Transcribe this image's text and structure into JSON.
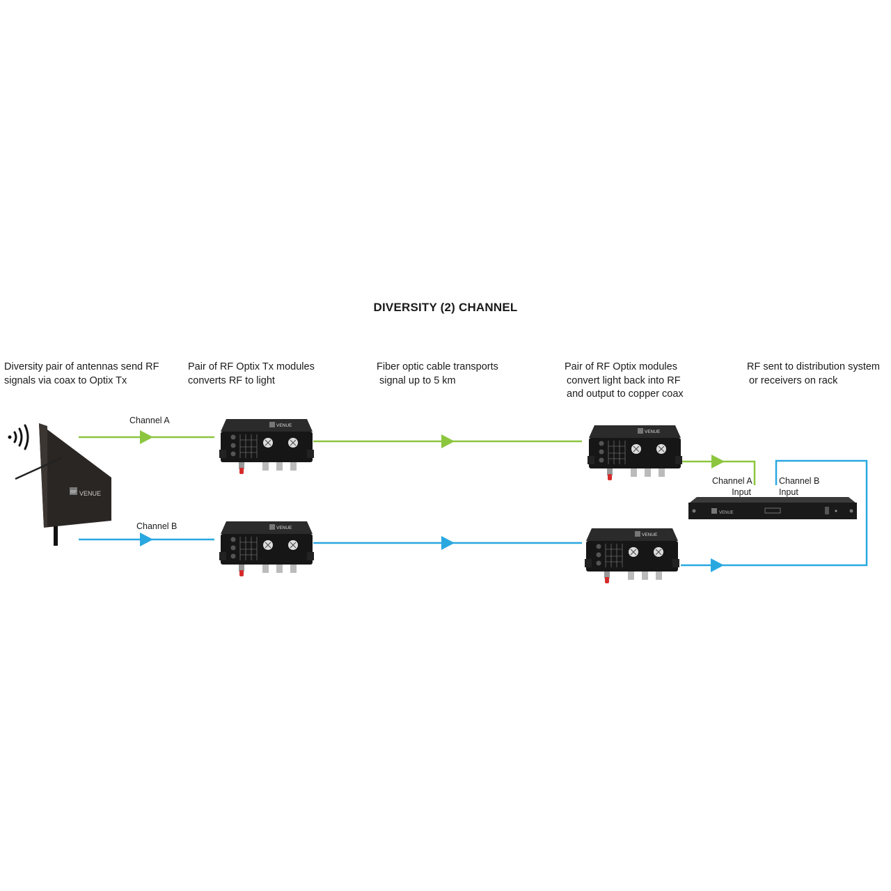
{
  "title": "DIVERSITY (2) CHANNEL",
  "descriptions": {
    "antennas": [
      "Diversity pair of antennas send RF",
      "signals via coax to Optix Tx"
    ],
    "tx": [
      "Pair of RF Optix Tx modules",
      "converts RF to light"
    ],
    "fiber": [
      "Fiber optic cable transports",
      "signal up to 5 km"
    ],
    "rx": [
      "Pair of RF Optix modules",
      "convert light back into RF",
      "and output to copper coax"
    ],
    "dist": [
      "RF sent to distribution system",
      "or receivers on rack"
    ]
  },
  "labels": {
    "channel_a": "Channel A",
    "channel_b": "Channel B",
    "input_a": [
      "Channel A",
      "Input"
    ],
    "input_b": [
      "Channel B",
      "Input"
    ]
  },
  "brand": "VENUE",
  "brand_mark": "RF",
  "colors": {
    "channel_a": "#8cc63f",
    "channel_b": "#29a8e0",
    "device": "#1c1c1c"
  }
}
